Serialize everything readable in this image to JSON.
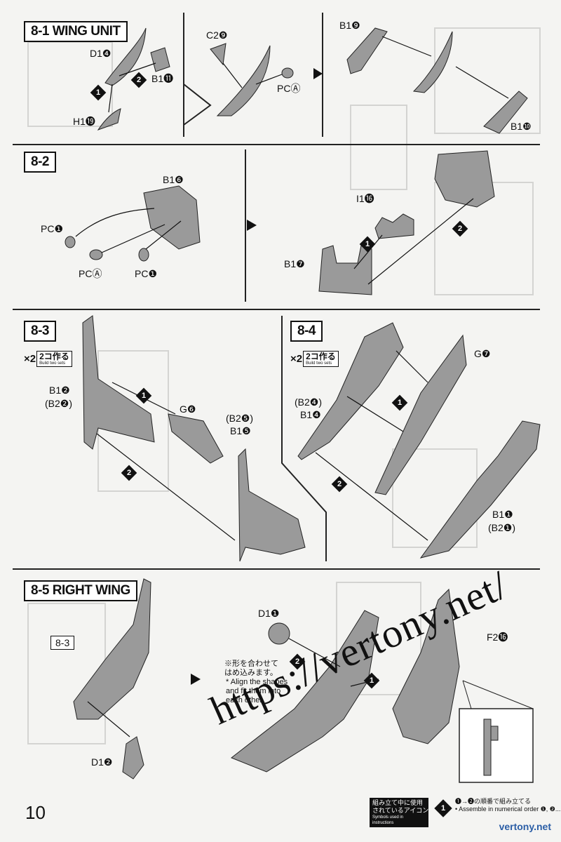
{
  "sections": {
    "s81": {
      "title": "8-1 WING UNIT",
      "labels": {
        "d14": "D1❹",
        "b111": "B1⓫",
        "h119": "H1⓳",
        "c29": "C2❾",
        "pca": "PCⒶ",
        "b19": "B1❾",
        "b110": "B1❿"
      }
    },
    "s82": {
      "title": "8-2",
      "labels": {
        "b16": "B1❻",
        "pc1a": "PC❶",
        "pca": "PCⒶ",
        "pc1b": "PC❶",
        "i116": "I1⓰",
        "b17": "B1❼"
      }
    },
    "s83": {
      "title": "8-3",
      "labels": {
        "b12": "B1❷",
        "b22": "(B2❷)",
        "g6": "G❻",
        "b25": "(B2❺)",
        "b15": "B1❺"
      }
    },
    "s84": {
      "title": "8-4",
      "labels": {
        "g7": "G❼",
        "b24": "(B2❹)",
        "b14": "B1❹",
        "b11": "B1❶",
        "b21": "(B2❶)"
      }
    },
    "s85": {
      "title": "8-5 RIGHT WING",
      "labels": {
        "ref": "8-3",
        "d11": "D1❶",
        "d12": "D1❷",
        "f21": "F2⓰"
      },
      "note_jp": "※形を合わせて\nはめ込みます。",
      "note_en": "* Align the shapes\nand fit them into\neach other."
    }
  },
  "build_two": {
    "mult": "×2",
    "jp": "2コ作る",
    "en": "Build two sets"
  },
  "steps": {
    "one": "1",
    "two": "2"
  },
  "footer": {
    "page_number": "10",
    "legend_jp": "組み立て中に使用\nされているアイコン",
    "legend_en": "Symbols used in instructions",
    "icon_desc_jp": "❶→❷の順番で組み立てる",
    "icon_desc_en": "• Assemble in numerical order ❶, ❷..."
  },
  "watermark": {
    "url": "https://vertony.net/",
    "corner": "vertony.net"
  }
}
